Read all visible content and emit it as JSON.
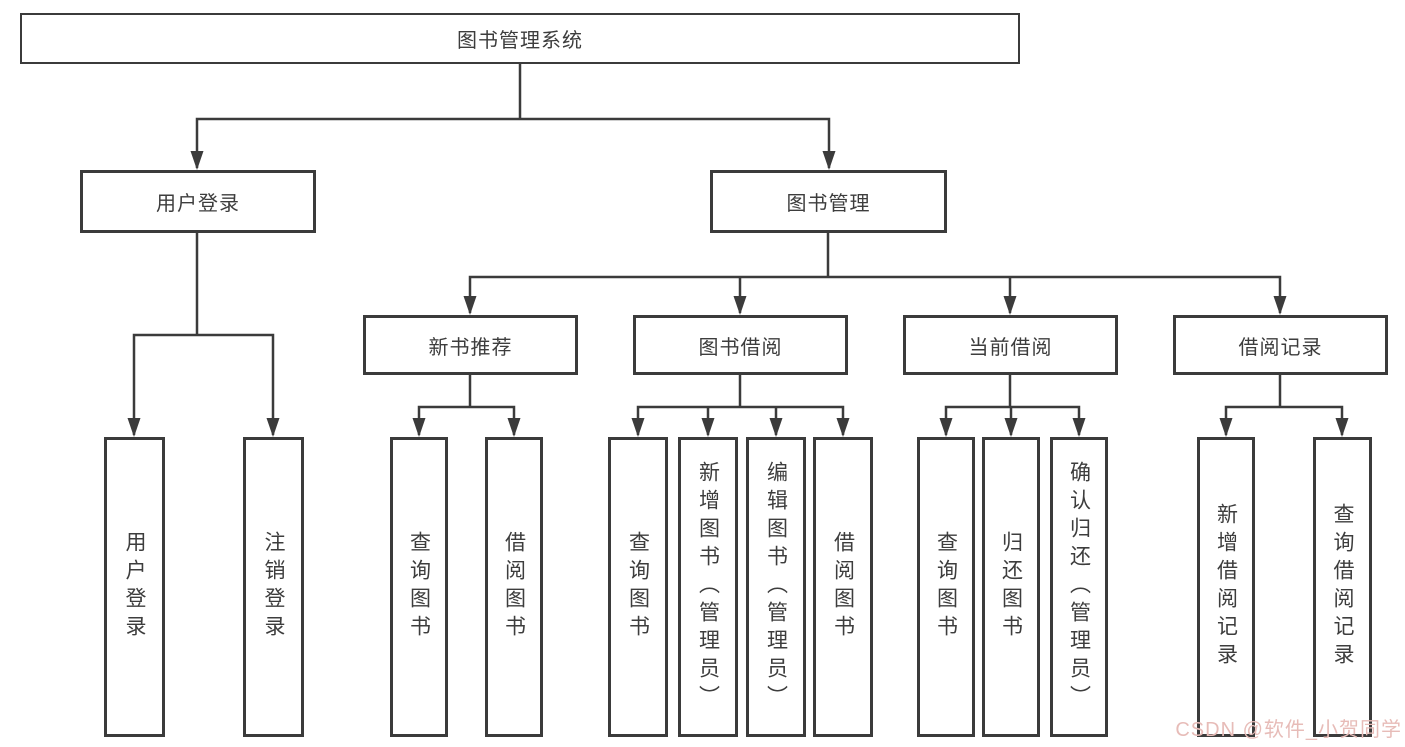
{
  "diagram": {
    "root": {
      "label": "图书管理系统"
    },
    "login_branch": {
      "label": "用户登录",
      "leaves": [
        "用户登录",
        "注销登录"
      ]
    },
    "management_branch": {
      "label": "图书管理",
      "sections": [
        {
          "label": "新书推荐",
          "leaves": [
            "查询图书",
            "借阅图书"
          ]
        },
        {
          "label": "图书借阅",
          "leaves": [
            "查询图书",
            "新增图书（管理员）",
            "编辑图书（管理员）",
            "借阅图书"
          ]
        },
        {
          "label": "当前借阅",
          "leaves": [
            "查询图书",
            "归还图书",
            "确认归还（管理员）"
          ]
        },
        {
          "label": "借阅记录",
          "leaves": [
            "新增借阅记录",
            "查询借阅记录"
          ]
        }
      ]
    }
  },
  "watermark": "CSDN @软件_小贺同学",
  "colors": {
    "line": "#3b3b3b",
    "box_border": "#3b3b3b",
    "text": "#3d3d3d",
    "watermark": "#e7bcb8",
    "background": "#ffffff"
  }
}
